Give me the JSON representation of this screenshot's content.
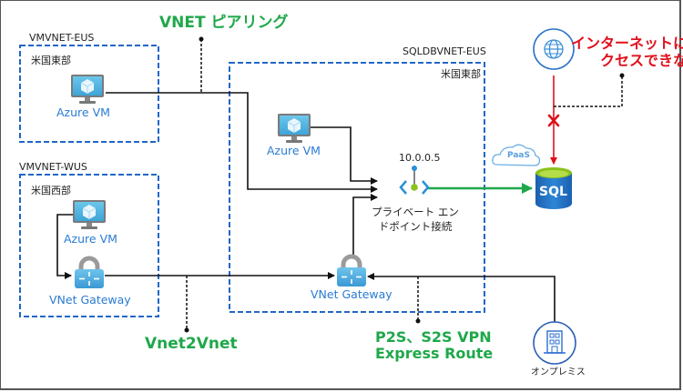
{
  "diagram": {
    "vnets": [
      {
        "id": "vmvnet-eus",
        "name": "VMVNET-EUS",
        "region": "米国東部"
      },
      {
        "id": "vmvnet-wus",
        "name": "VMVNET-WUS",
        "region": "米国西部"
      },
      {
        "id": "sqldbvnet-eus",
        "name": "SQLDBVNET-EUS",
        "region": "米国東部"
      }
    ],
    "nodes": {
      "vm_eus": {
        "label": "Azure VM",
        "icon": "azure-vm-icon"
      },
      "vm_wus": {
        "label": "Azure VM",
        "icon": "azure-vm-icon"
      },
      "gw_wus": {
        "label": "VNet Gateway",
        "icon": "vnet-gateway-icon"
      },
      "vm_sql": {
        "label": "Azure VM",
        "icon": "azure-vm-icon"
      },
      "gw_sql": {
        "label": "VNet Gateway",
        "icon": "vnet-gateway-icon"
      },
      "private_endpoint": {
        "ip": "10.0.0.5",
        "label_line1": "プライベート エン",
        "label_line2": "ドポイント接続",
        "icon": "private-endpoint-icon"
      },
      "sql": {
        "label": "SQL",
        "paas": "PaaS",
        "icon": "sql-database-icon"
      },
      "internet": {
        "icon": "globe-icon"
      },
      "onprem": {
        "label": "オンプレミス",
        "icon": "building-icon"
      }
    },
    "annotations": {
      "vnet_peering": "VNET ピアリング",
      "vnet2vnet": "Vnet2Vnet",
      "vpn_line1": "P2S、S2S VPN",
      "vpn_line2": "Express Route",
      "no_internet_line1": "インターネットにア",
      "no_internet_line2": "クセスできない"
    },
    "colors": {
      "vnet_border": "#2266c8",
      "service_text": "#2a7bd3",
      "annotation_green": "#1fa84a",
      "annotation_red": "#e0101b",
      "connector": "#111111"
    }
  }
}
